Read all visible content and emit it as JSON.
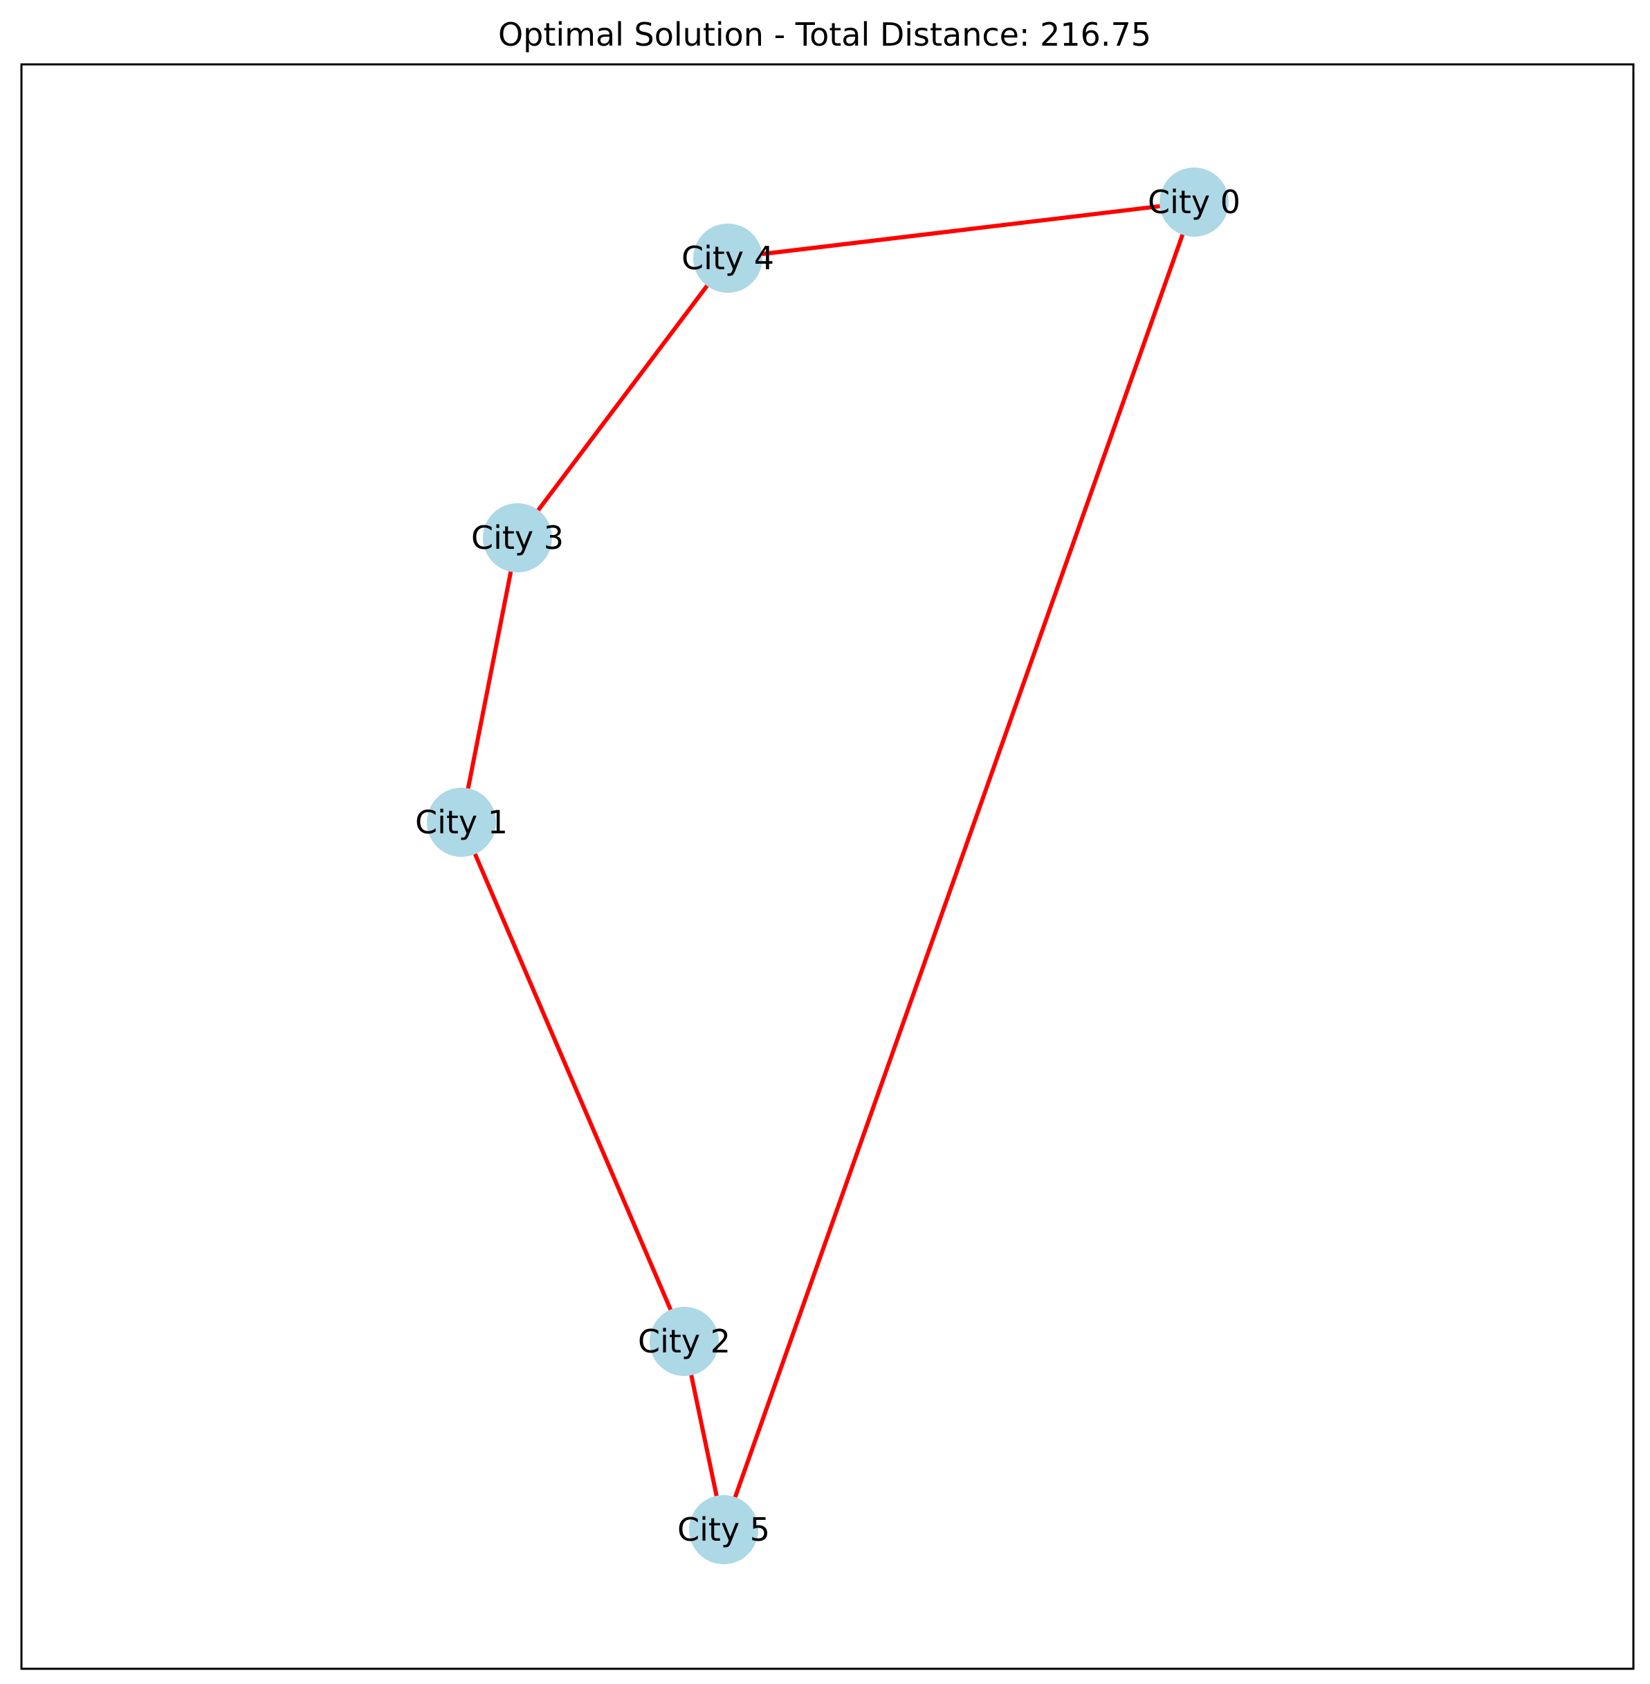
{
  "title": "Optimal Solution - Total Distance: 216.75",
  "colors": {
    "edge": "#ff0000",
    "node": "#add8e6",
    "frame": "#000000",
    "background": "#ffffff"
  },
  "nodes": [
    {
      "id": 0,
      "label": "City 0"
    },
    {
      "id": 1,
      "label": "City 1"
    },
    {
      "id": 2,
      "label": "City 2"
    },
    {
      "id": 3,
      "label": "City 3"
    },
    {
      "id": 4,
      "label": "City 4"
    },
    {
      "id": 5,
      "label": "City 5"
    }
  ],
  "tour": [
    0,
    4,
    3,
    1,
    2,
    5,
    0
  ]
}
